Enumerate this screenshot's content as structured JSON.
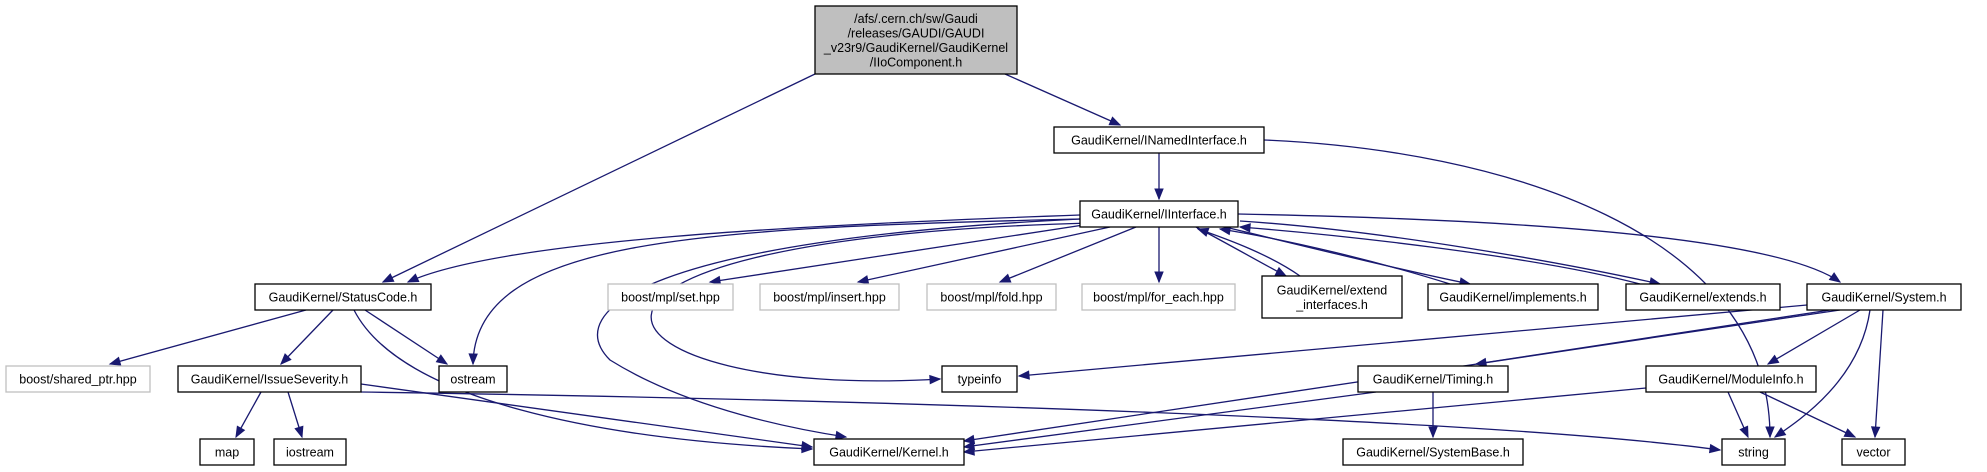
{
  "diagram": {
    "root_label": [
      "/afs/.cern.ch/sw/Gaudi",
      "/releases/GAUDI/GAUDI",
      "_v23r9/GaudiKernel/GaudiKernel",
      "/IIoComponent.h"
    ],
    "nodes": {
      "inamed": [
        "GaudiKernel/INamedInterface.h"
      ],
      "iinterface": [
        "GaudiKernel/IInterface.h"
      ],
      "statuscode": [
        "GaudiKernel/StatusCode.h"
      ],
      "mpl_set": [
        "boost/mpl/set.hpp"
      ],
      "mpl_insert": [
        "boost/mpl/insert.hpp"
      ],
      "mpl_fold": [
        "boost/mpl/fold.hpp"
      ],
      "mpl_foreach": [
        "boost/mpl/for_each.hpp"
      ],
      "extend_if": [
        "GaudiKernel/extend",
        "_interfaces.h"
      ],
      "implements": [
        "GaudiKernel/implements.h"
      ],
      "extends": [
        "GaudiKernel/extends.h"
      ],
      "system": [
        "GaudiKernel/System.h"
      ],
      "shared_ptr": [
        "boost/shared_ptr.hpp"
      ],
      "issue": [
        "GaudiKernel/IssueSeverity.h"
      ],
      "ostream": [
        "ostream"
      ],
      "typeinfo": [
        "typeinfo"
      ],
      "timing": [
        "GaudiKernel/Timing.h"
      ],
      "moduleinfo": [
        "GaudiKernel/ModuleInfo.h"
      ],
      "map": [
        "map"
      ],
      "iostream": [
        "iostream"
      ],
      "kernel": [
        "GaudiKernel/Kernel.h"
      ],
      "systembase": [
        "GaudiKernel/SystemBase.h"
      ],
      "string": [
        "string"
      ],
      "vector": [
        "vector"
      ]
    },
    "colors": {
      "edge": "#191970",
      "root_fill": "#bfbfbf",
      "node_border": "#000000",
      "external_border": "#bfbfbf"
    }
  }
}
